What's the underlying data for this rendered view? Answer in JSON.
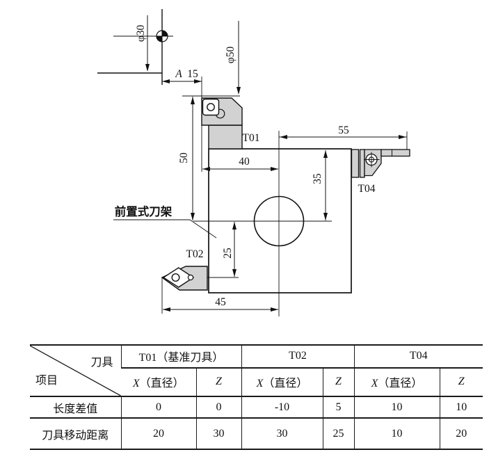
{
  "diagram": {
    "workpiece": {
      "phi30": "φ30",
      "phi50": "φ50",
      "point_a": "A",
      "dim_15": "15"
    },
    "turret_label": "前置式刀架",
    "tool_t01": "T01",
    "tool_t02": "T02",
    "tool_t04": "T04",
    "dim_50": "50",
    "dim_40": "40",
    "dim_35": "35",
    "dim_25": "25",
    "dim_45": "45",
    "dim_55": "55"
  },
  "offset_table": {
    "corner_top": "刀具",
    "corner_bottom": "项目",
    "group_t01": "T01（基准刀具）",
    "group_t02": "T02",
    "group_t04": "T04",
    "axis_x": "X",
    "axis_x_suffix": "（直径）",
    "axis_z": "Z",
    "rows": [
      {
        "label": "长度差值",
        "values": [
          "0",
          "0",
          "-10",
          "5",
          "10",
          "10"
        ]
      },
      {
        "label": "刀具移动距离",
        "values": [
          "20",
          "30",
          "30",
          "25",
          "10",
          "20"
        ]
      }
    ]
  }
}
